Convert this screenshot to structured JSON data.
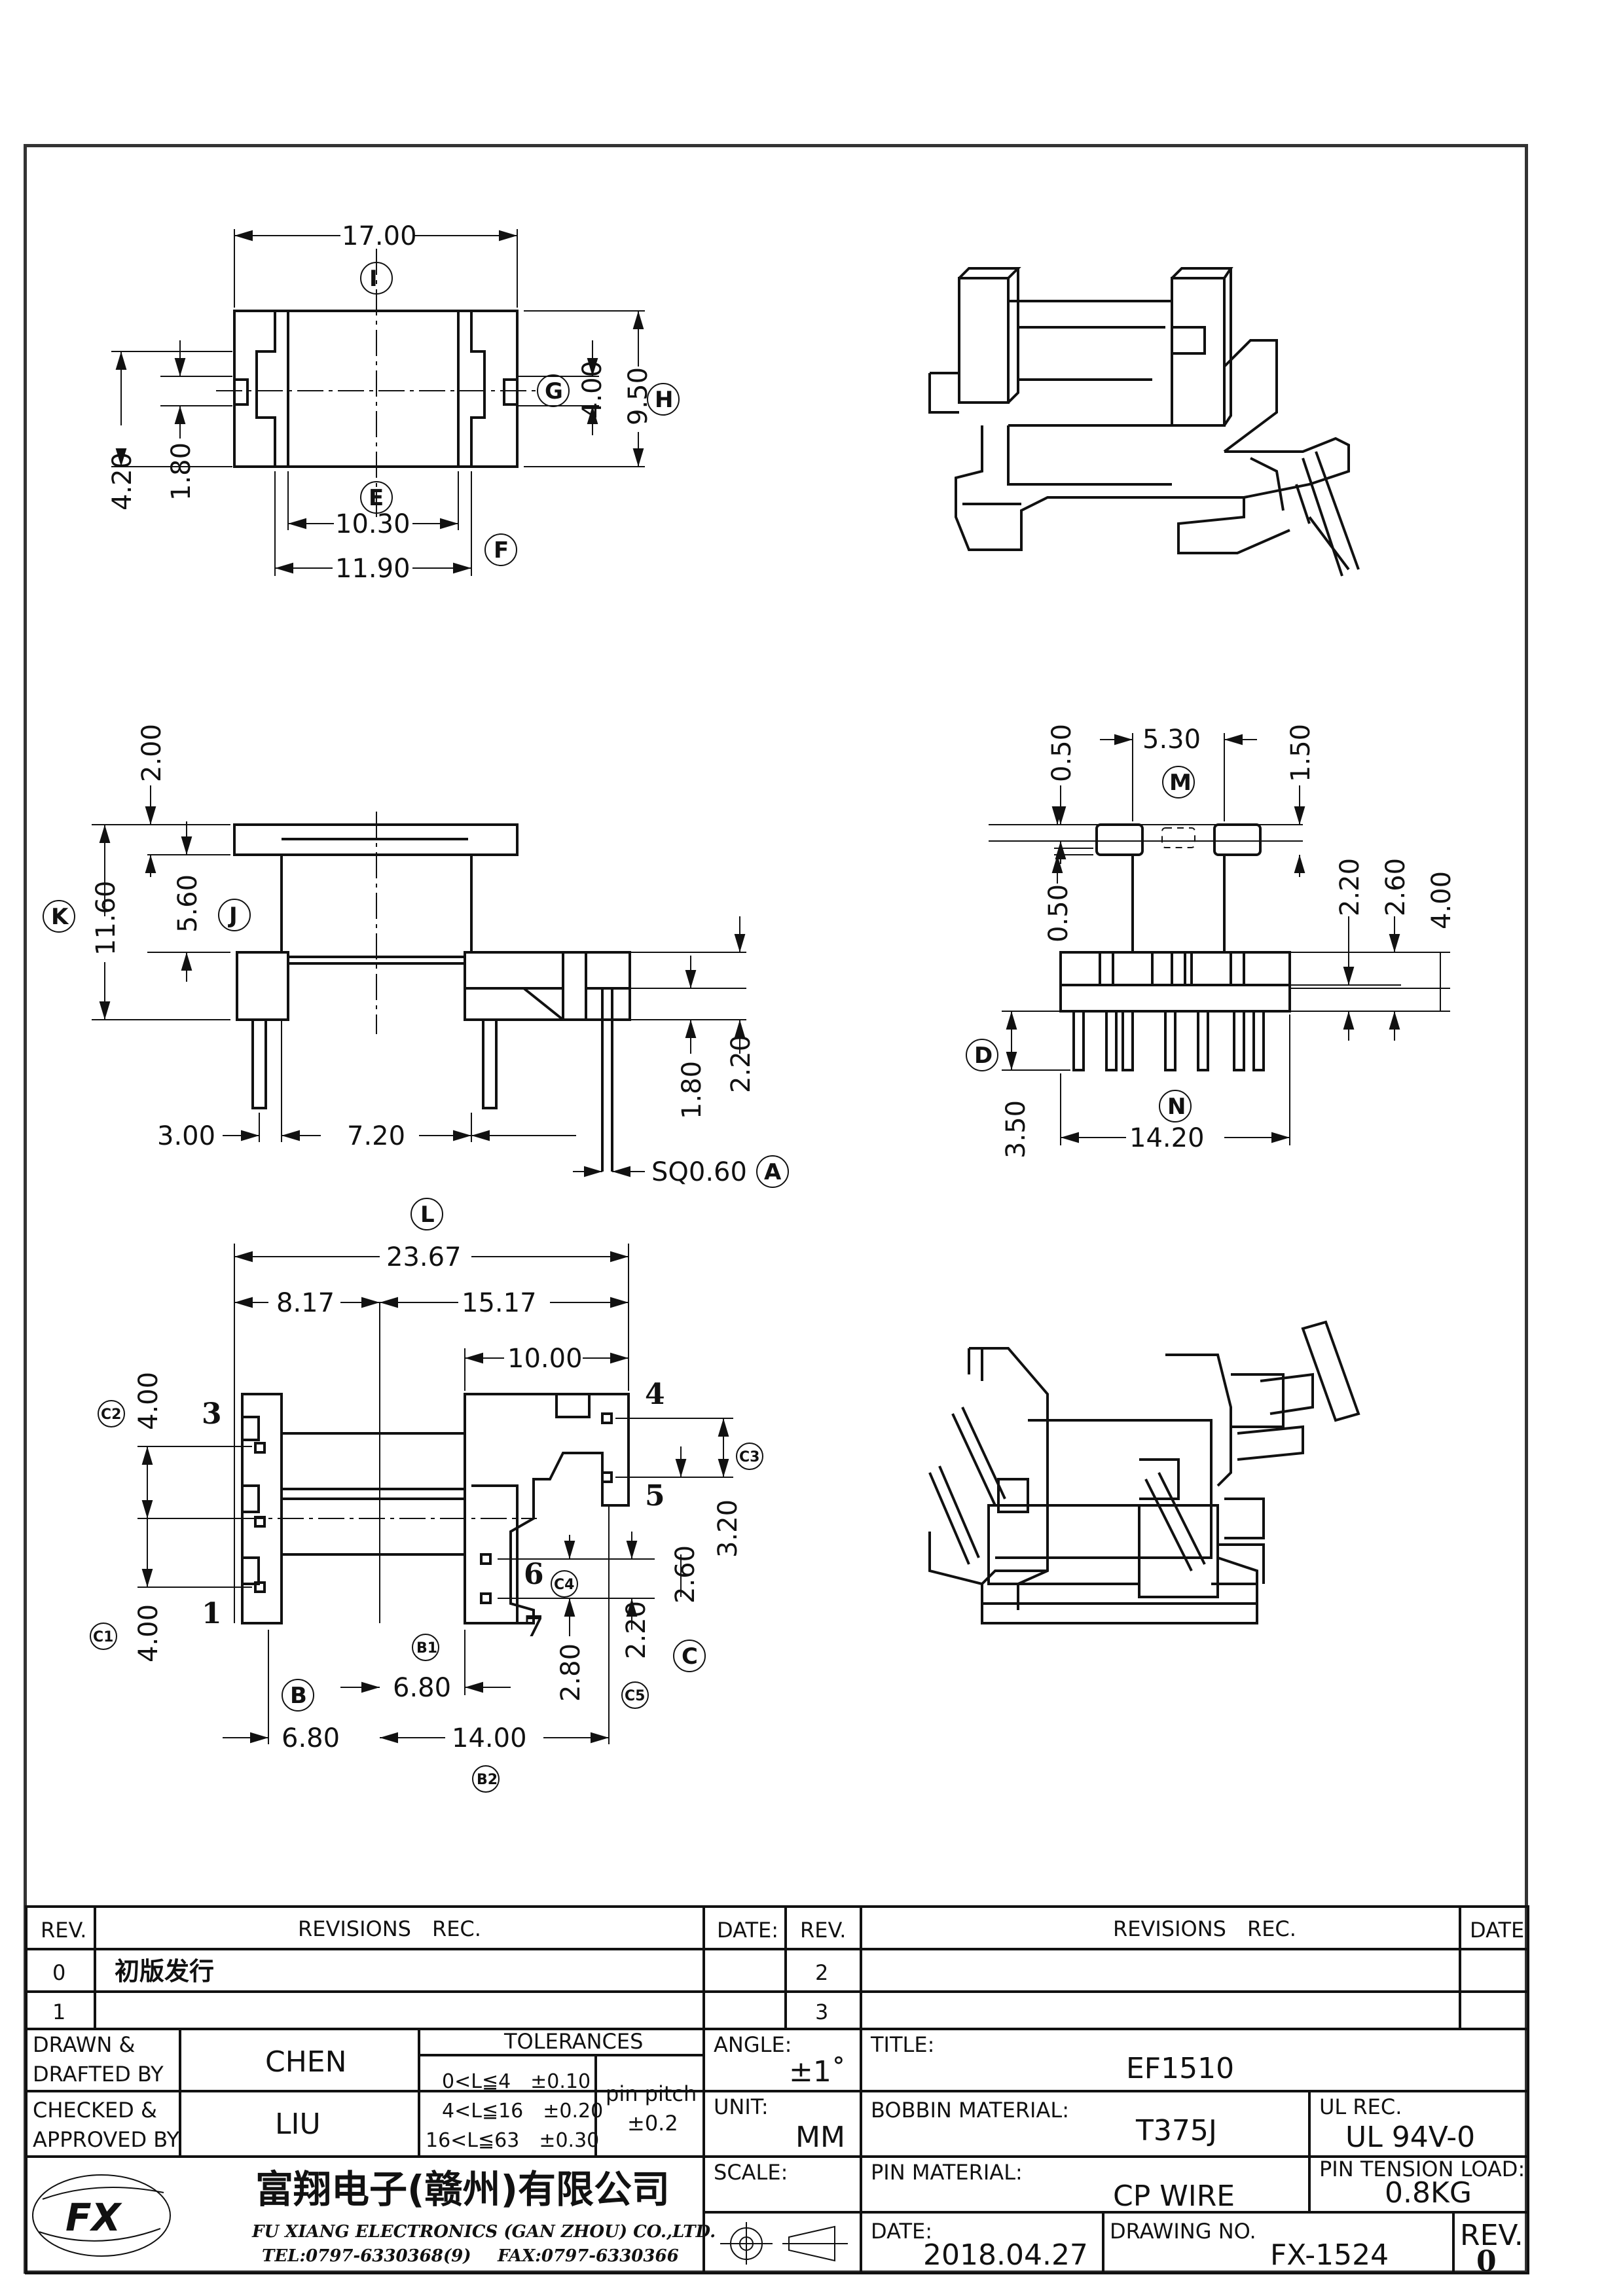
{
  "top_view": {
    "dims": {
      "d1": "17.00",
      "d2": "4.00",
      "d3": "9.50",
      "d4": "4.20",
      "d5": "1.80",
      "d6": "10.30",
      "d7": "11.90"
    },
    "bubbles": {
      "I": "I",
      "G": "G",
      "H": "H",
      "E": "E",
      "F": "F"
    }
  },
  "side_view": {
    "dims": {
      "d1": "2.00",
      "d2": "11.60",
      "d3": "5.60",
      "d4": "1.80",
      "d5": "2.20",
      "d6": "3.00",
      "d7": "7.20",
      "d8": "SQ0.60"
    },
    "bubbles": {
      "K": "K",
      "J": "J",
      "A": "A"
    }
  },
  "front_view": {
    "dims": {
      "d1": "0.50",
      "d2": "5.30",
      "d3": "1.50",
      "d4": "0.50",
      "d5": "2.20",
      "d6": "2.60",
      "d7": "4.00",
      "d8": "3.50",
      "d9": "14.20"
    },
    "bubbles": {
      "M": "M",
      "D": "D",
      "N": "N"
    }
  },
  "bottom_view": {
    "dims": {
      "d1": "23.67",
      "d2": "8.17",
      "d3": "15.17",
      "d4": "10.00",
      "d5": "4.00",
      "d6": "4.00",
      "d7": "3.20",
      "d8": "2.60",
      "d9": "2.20",
      "d10": "2.80",
      "d11": "6.80",
      "d12": "6.80",
      "d13": "14.00"
    },
    "bubbles": {
      "L": "L",
      "C2": "C2",
      "C1": "C1",
      "C3": "C3",
      "C4": "C4",
      "C5": "C5",
      "C": "C",
      "B": "B",
      "B1": "B1",
      "B2": "B2"
    },
    "pins": {
      "p1": "1",
      "p3": "3",
      "p4": "4",
      "p5": "5",
      "p6": "6",
      "p7": "7"
    }
  },
  "title_block": {
    "rev_hdr": "REV.",
    "revisions_hdr": "REVISIONS　REC.",
    "date_hdr": "DATE:",
    "rev_hdr2": "REV.",
    "revisions_hdr2": "REVISIONS　REC.",
    "date_hdr2": "DATE:",
    "rows": [
      {
        "rev": "0",
        "text": "初版发行",
        "rev2": "2"
      },
      {
        "rev": "1",
        "text": "",
        "rev2": "3"
      }
    ],
    "drawn_label_1": "DRAWN &",
    "drawn_label_2": "DRAFTED BY",
    "drawn_by": "CHEN",
    "checked_label_1": "CHECKED &",
    "checked_label_2": "APPROVED BY",
    "checked_by": "LIU",
    "tolerances_hdr": "TOLERANCES",
    "tol_1": "0<L≦4　±0.10",
    "tol_2": "4<L≦16　±0.20",
    "tol_3": "16<L≦63　±0.30",
    "pin_pitch_label": "pin pitch",
    "pin_pitch_value": "±0.2",
    "angle_label": "ANGLE:",
    "angle_value": "±1˚",
    "unit_label": "UNIT:",
    "unit_value": "MM",
    "scale_label": "SCALE:",
    "title_label": "TITLE:",
    "title_value": "EF1510",
    "bobbin_label": "BOBBIN MATERIAL:",
    "bobbin_value": "T375J",
    "ul_label": "UL REC.",
    "ul_value": "UL 94V-0",
    "pinmat_label": "PIN MATERIAL:",
    "pinmat_value": "CP WIRE",
    "tension_label": "PIN TENSION LOAD:",
    "tension_value": "0.8KG",
    "date_label": "DATE:",
    "date_value": "2018.04.27",
    "drawing_no_label": "DRAWING NO.",
    "drawing_no_value": "FX-1524",
    "rev_label": "REV.",
    "rev_value": "0",
    "company_cn": "富翔电子(赣州)有限公司",
    "company_en": "FU XIANG ELECTRONICS (GAN ZHOU) CO.,LTD.",
    "tel": "TEL:0797-6330368(9)",
    "fax": "FAX:0797-6330366",
    "logo_text": "FX"
  }
}
